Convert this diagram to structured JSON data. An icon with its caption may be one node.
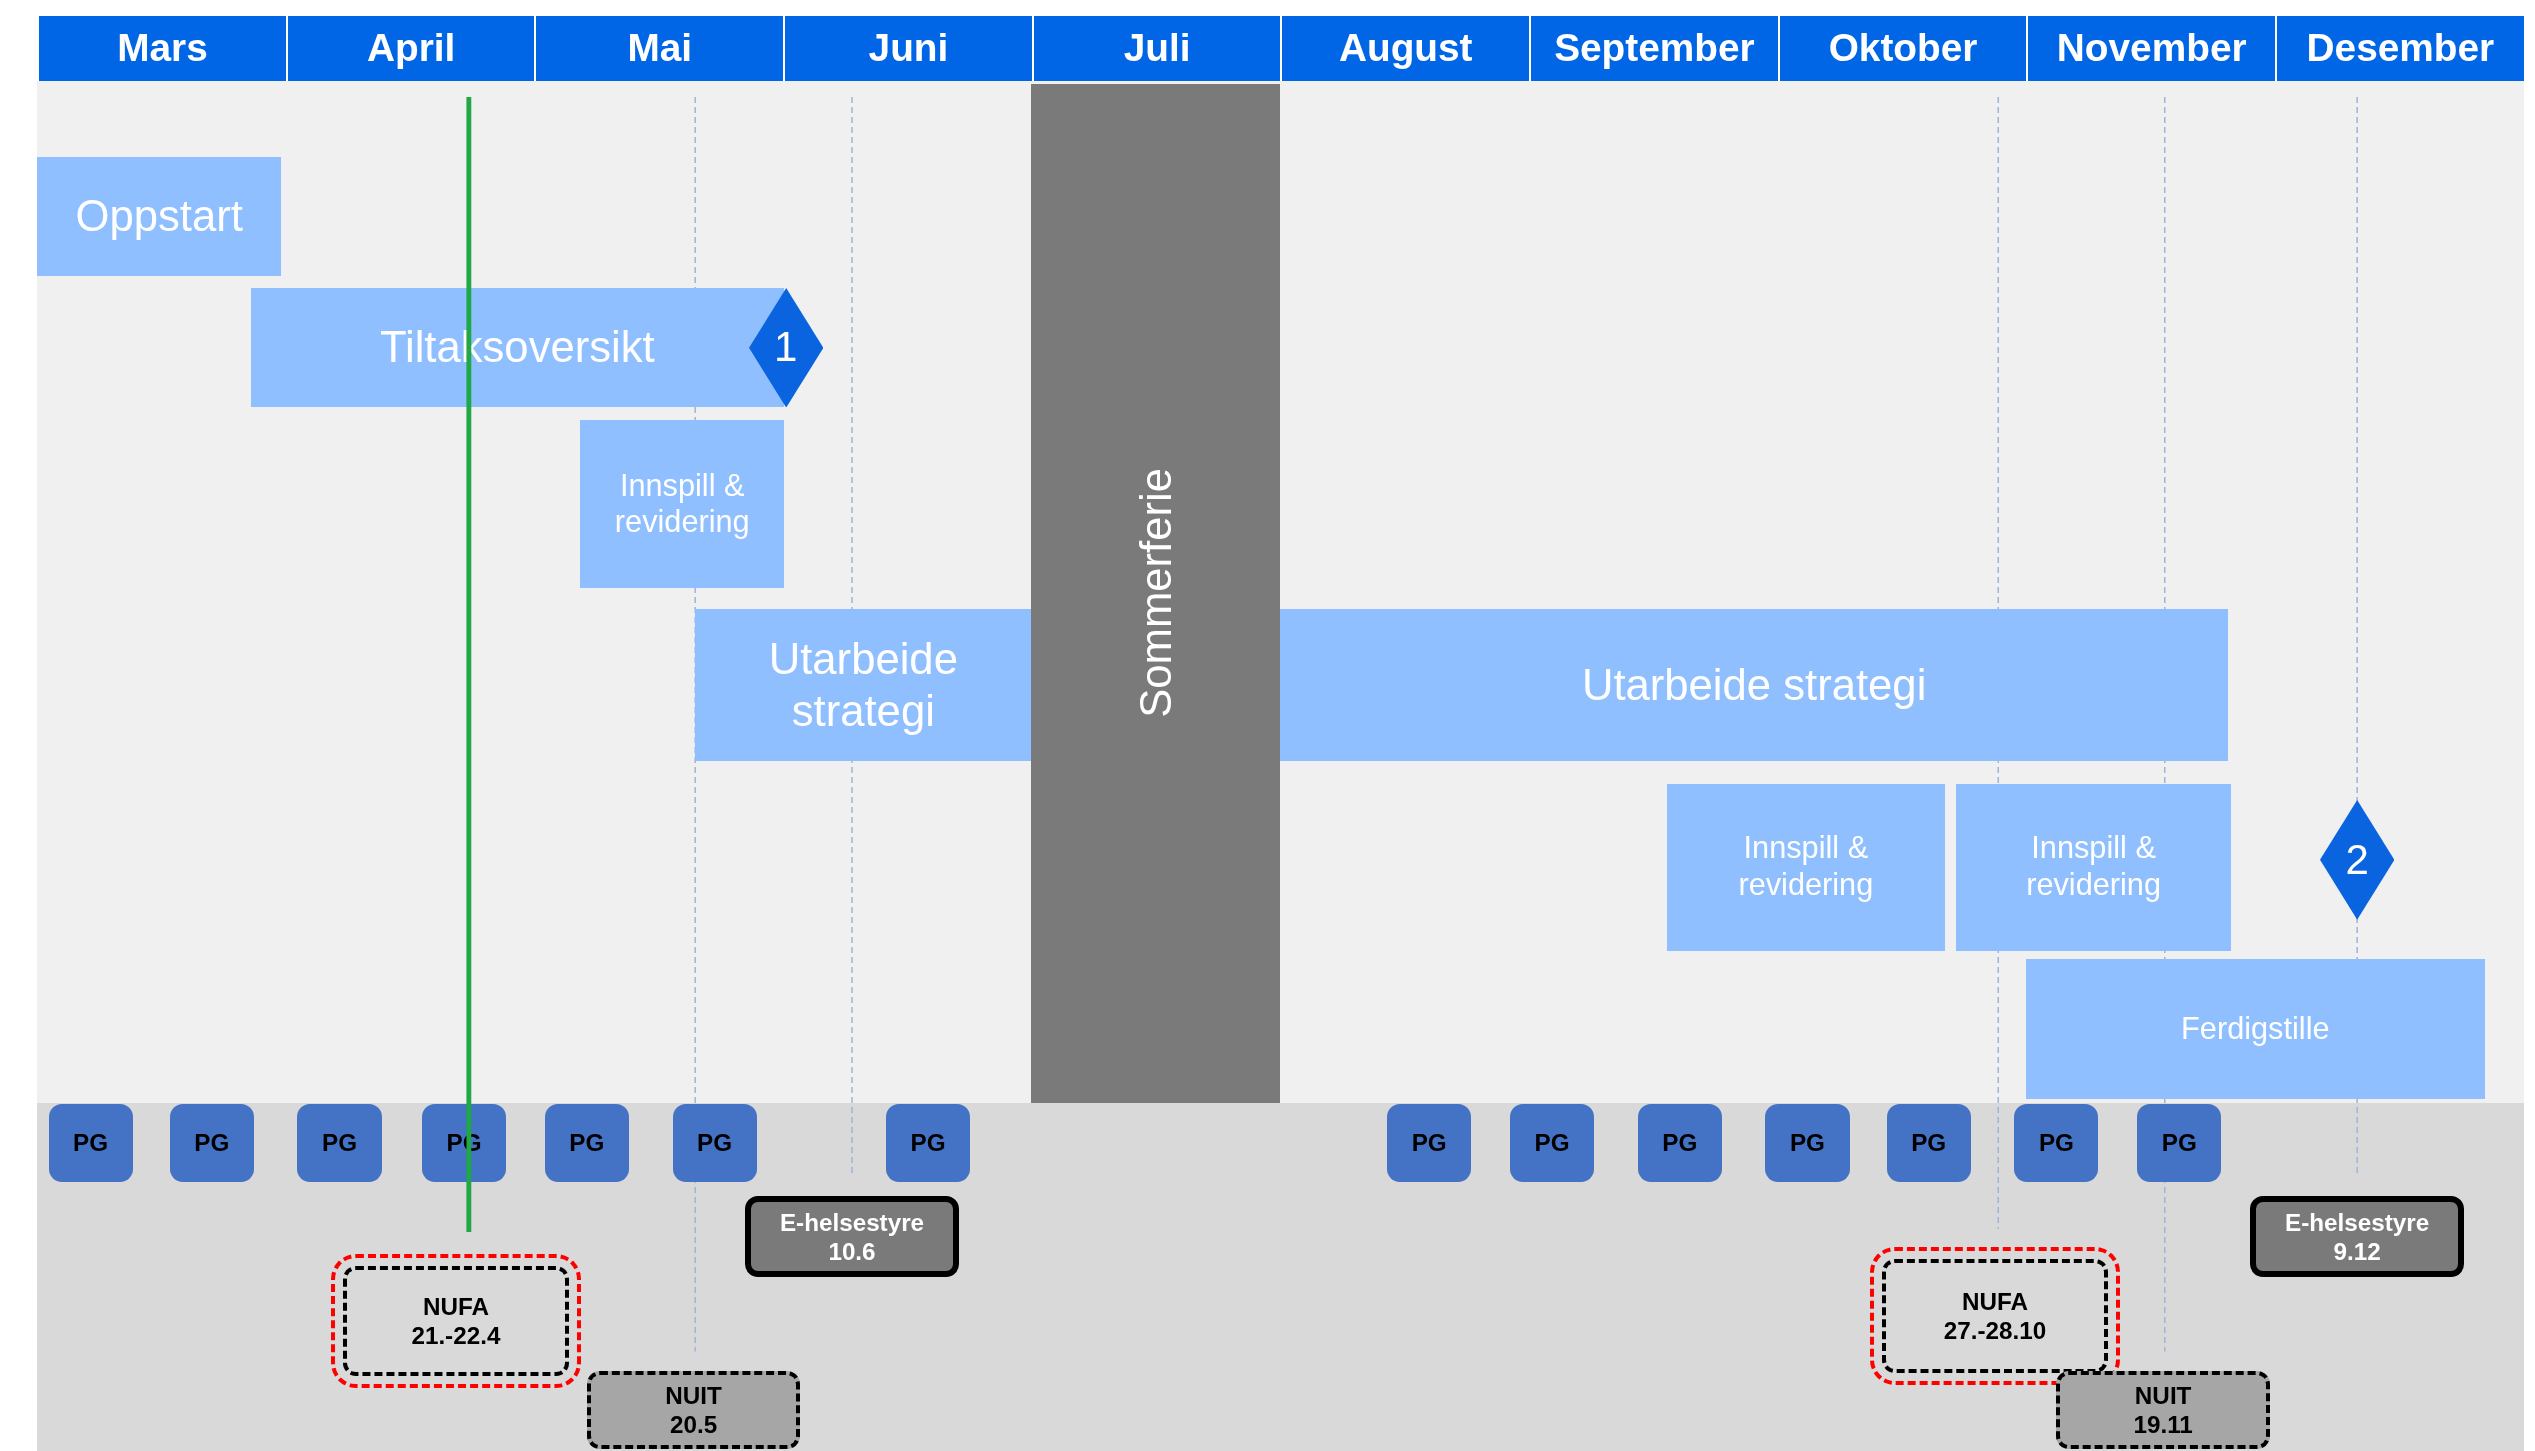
{
  "diagram": {
    "nodes": [
      {
        "text": [
          "Mars"
        ]
      },
      {
        "text": [
          "April"
        ]
      },
      {
        "text": [
          "Mai"
        ]
      },
      {
        "text": [
          "Juni"
        ]
      },
      {
        "text": [
          "Juli"
        ]
      },
      {
        "text": [
          "August"
        ]
      },
      {
        "text": [
          "September"
        ]
      },
      {
        "text": [
          "Oktober"
        ]
      },
      {
        "text": [
          "November"
        ]
      },
      {
        "text": [
          "Desember"
        ]
      },
      {
        "text": [
          "Oppstart"
        ]
      },
      {
        "text": [
          "Tiltaksoversikt"
        ]
      },
      {
        "text": [
          "1"
        ]
      },
      {
        "text": [
          "Innspill & revidering"
        ]
      },
      {
        "text": [
          "Utarbeide strategi"
        ]
      },
      {
        "text": [
          "Sommerferie"
        ]
      },
      {
        "text": [
          "Utarbeide strategi"
        ]
      },
      {
        "text": [
          "Innspill & revidering"
        ]
      },
      {
        "text": [
          "Innspill & revidering"
        ]
      },
      {
        "text": [
          "2"
        ]
      },
      {
        "text": [
          "Ferdigstille"
        ]
      },
      {
        "text": [
          "PG"
        ]
      },
      {
        "text": [
          "PG"
        ]
      },
      {
        "text": [
          "PG"
        ]
      },
      {
        "text": [
          "PG"
        ]
      },
      {
        "text": [
          "PG"
        ]
      },
      {
        "text": [
          "PG"
        ]
      },
      {
        "text": [
          "PG"
        ]
      },
      {
        "text": [
          "PG"
        ]
      },
      {
        "text": [
          "PG"
        ]
      },
      {
        "text": [
          "PG"
        ]
      },
      {
        "text": [
          "PG"
        ]
      },
      {
        "text": [
          "PG"
        ]
      },
      {
        "text": [
          "PG"
        ]
      },
      {
        "text": [
          "PG"
        ]
      },
      {
        "text": [
          "E-helsestyre 10.6"
        ]
      },
      {
        "text": [
          "NUFA 21.-22.4"
        ]
      },
      {
        "text": [
          "NUIT 20.5"
        ]
      },
      {
        "text": [
          "NUFA 27.-28.10"
        ]
      },
      {
        "text": [
          "E-helsestyre 9.12"
        ]
      },
      {
        "text": [
          "NUIT 19.11"
        ]
      }
    ]
  }
}
